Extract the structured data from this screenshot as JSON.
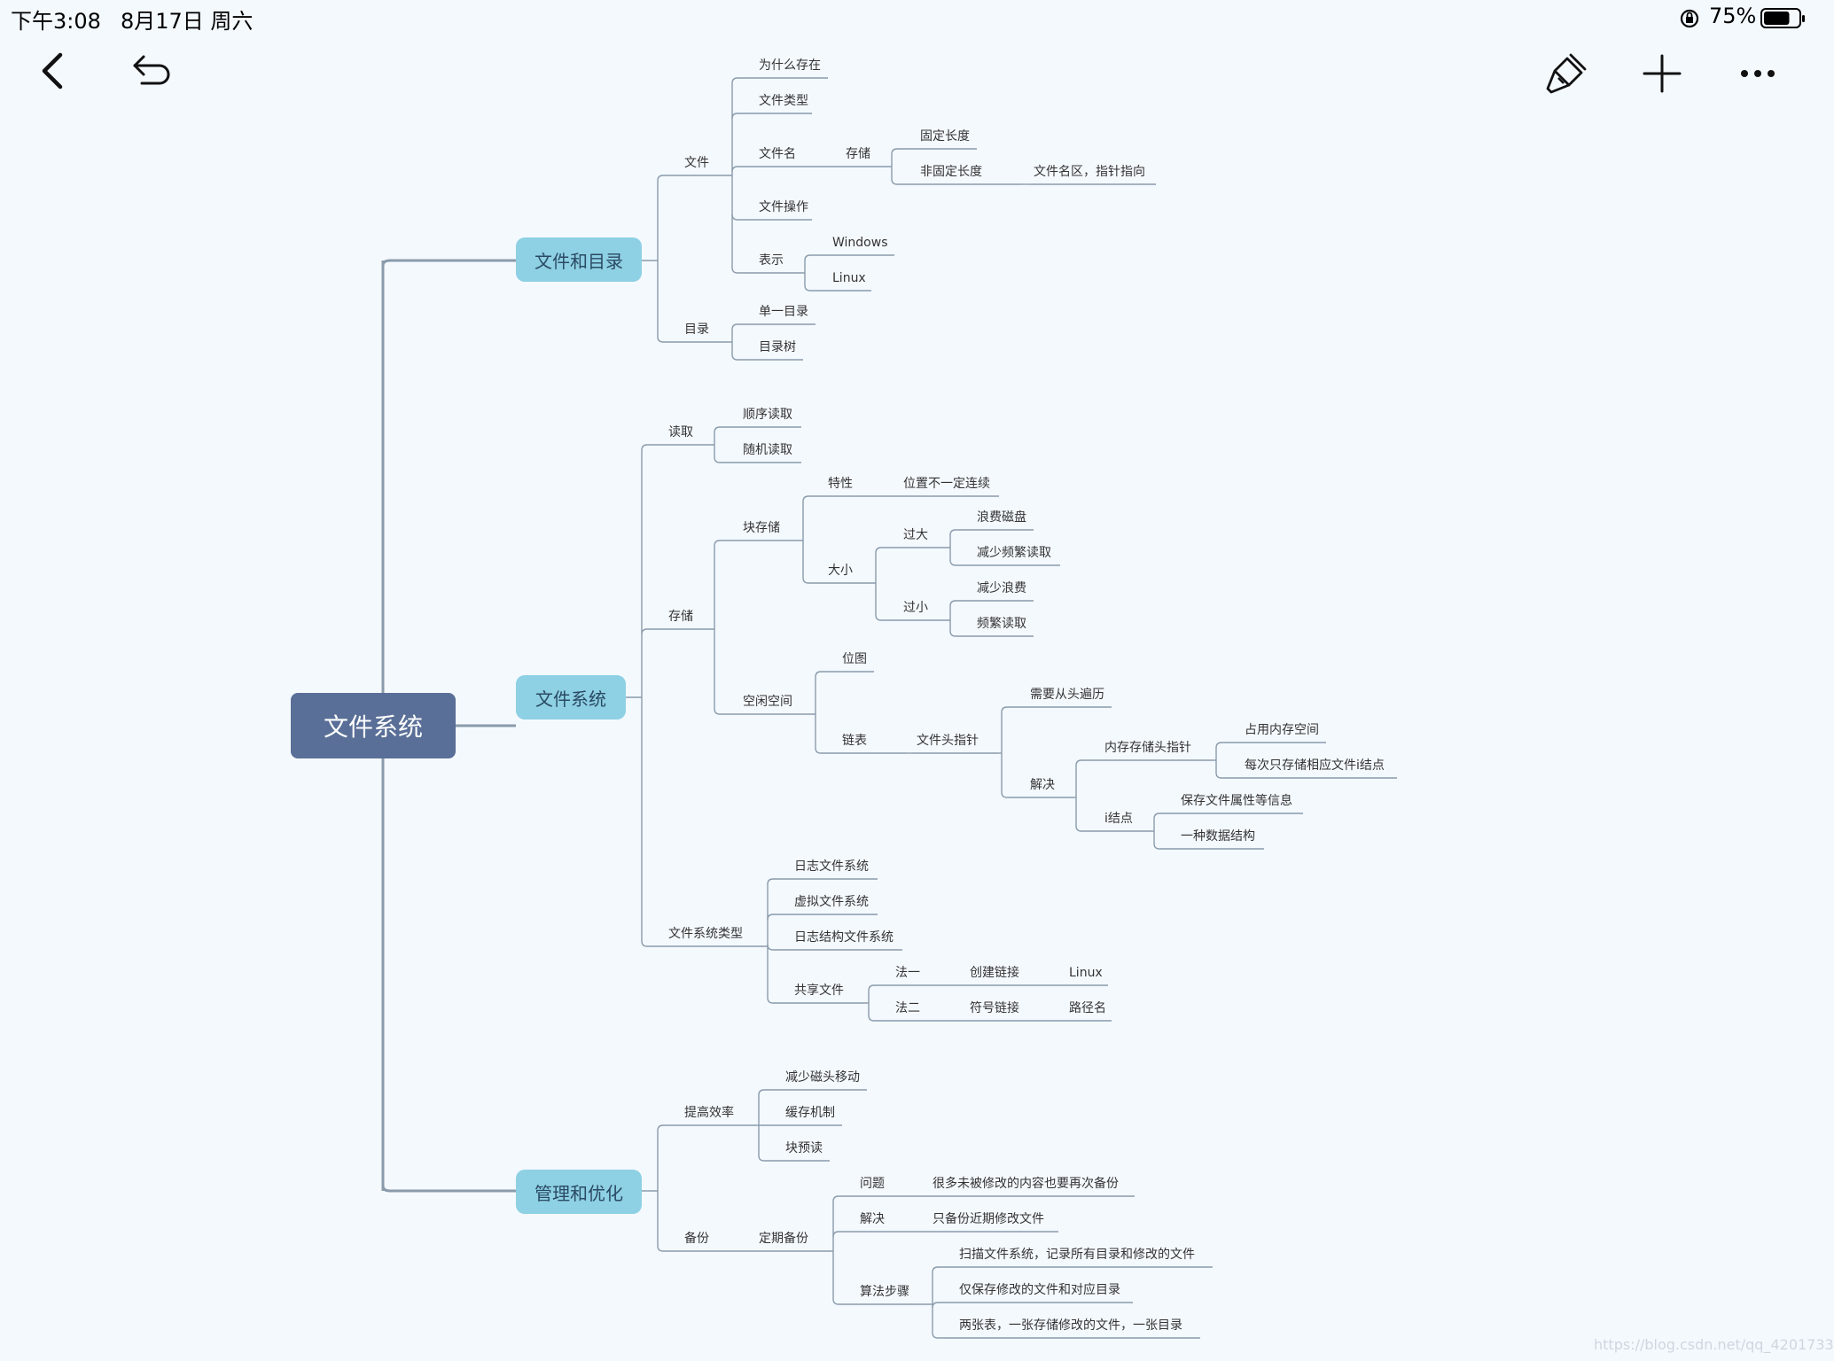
{
  "status_bar": {
    "time": "下午3:08",
    "date": "8月17日 周六",
    "battery_pct": "75%",
    "battery_level": 0.75
  },
  "toolbar": {
    "back_icon": "chevron-left-icon",
    "undo_icon": "undo-icon",
    "format_icon": "paintbrush-icon",
    "add_icon": "plus-icon",
    "more_icon": "more-dots-icon"
  },
  "colors": {
    "background": "#f4f9fe",
    "root_fill": "#5a6f97",
    "topic_fill": "#8ed0e4",
    "line": "#8a9bab"
  },
  "mindmap": {
    "root": "文件系统",
    "files_dirs": {
      "title": "文件和目录",
      "file": {
        "label": "文件",
        "why": "为什么存在",
        "types": "文件类型",
        "name": {
          "label": "文件名",
          "storage": "存储",
          "fixed": "固定长度",
          "variable": "非固定长度",
          "variable_detail": "文件名区，指针指向"
        },
        "ops": "文件操作",
        "repr": {
          "label": "表示",
          "windows": "Windows",
          "linux": "Linux"
        }
      },
      "directory": {
        "label": "目录",
        "single": "单一目录",
        "tree": "目录树"
      }
    },
    "fs": {
      "title": "文件系统",
      "read": {
        "label": "读取",
        "sequential": "顺序读取",
        "random": "随机读取"
      },
      "storage": {
        "label": "存储",
        "block": {
          "label": "块存储",
          "feature": {
            "label": "特性",
            "value": "位置不一定连续"
          },
          "size": {
            "label": "大小",
            "large": {
              "label": "过大",
              "a": "浪费磁盘",
              "b": "减少频繁读取"
            },
            "small": {
              "label": "过小",
              "a": "减少浪费",
              "b": "频繁读取"
            }
          }
        },
        "free": {
          "label": "空闲空间",
          "bitmap": "位图",
          "list": {
            "label": "链表",
            "head": "文件头指针",
            "traverse": "需要从头遍历",
            "solve": {
              "label": "解决",
              "mem": {
                "label": "内存存储头指针",
                "a": "占用内存空间",
                "b": "每次只存储相应文件i结点"
              },
              "inode": {
                "label": "i结点",
                "a": "保存文件属性等信息",
                "b": "一种数据结构"
              }
            }
          }
        }
      },
      "types": {
        "label": "文件系统类型",
        "journal": "日志文件系统",
        "virtual": "虚拟文件系统",
        "log_structured": "日志结构文件系统",
        "shared": {
          "label": "共享文件",
          "m1": {
            "label": "法一",
            "how": "创建链接",
            "os": "Linux"
          },
          "m2": {
            "label": "法二",
            "how": "符号链接",
            "os": "路径名"
          }
        }
      }
    },
    "mgmt": {
      "title": "管理和优化",
      "efficiency": {
        "label": "提高效率",
        "a": "减少磁头移动",
        "b": "缓存机制",
        "c": "块预读"
      },
      "backup": {
        "label": "备份",
        "periodic": "定期备份",
        "problem": {
          "label": "问题",
          "value": "很多未被修改的内容也要再次备份"
        },
        "solution": {
          "label": "解决",
          "value": "只备份近期修改文件"
        },
        "algo": {
          "label": "算法步骤",
          "s1": "扫描文件系统，记录所有目录和修改的文件",
          "s2": "仅保存修改的文件和对应目录",
          "s3": "两张表，一张存储修改的文件，一张目录"
        }
      }
    }
  },
  "watermark": "https://blog.csdn.net/qq_4201733"
}
